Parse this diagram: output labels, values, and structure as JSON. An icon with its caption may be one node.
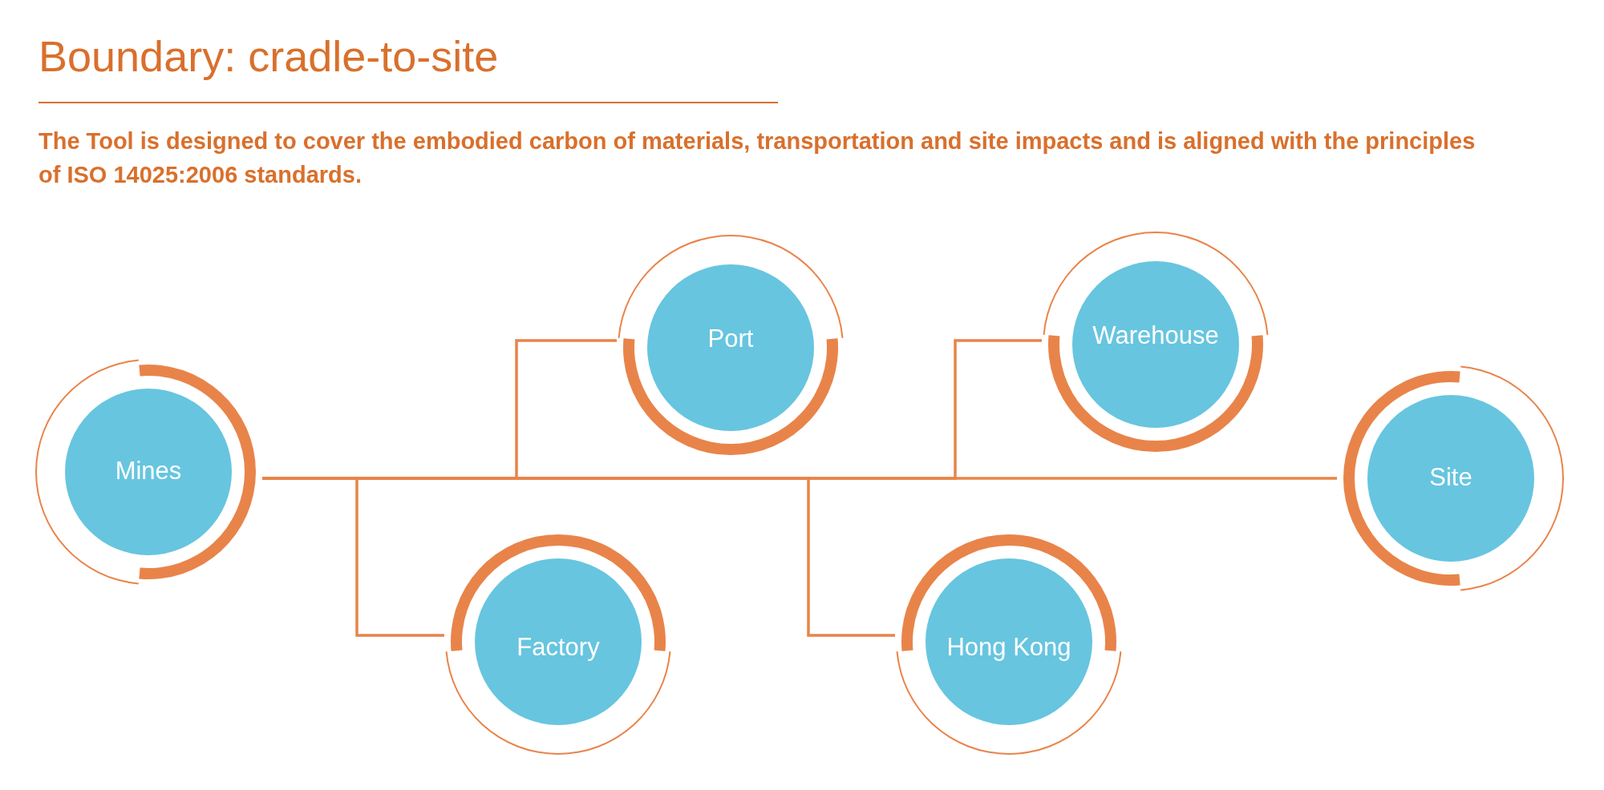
{
  "diagram": {
    "title": "Boundary: cradle-to-site",
    "caption": "The Tool is designed to cover the embodied carbon of materials, transportation and site impacts and is aligned with the principles of ISO 14025:2006 standards.",
    "nodes": [
      {
        "text": [
          "Mines"
        ]
      },
      {
        "text": [
          "Port"
        ]
      },
      {
        "text": [
          "Warehouse"
        ]
      },
      {
        "text": [
          "Factory"
        ]
      },
      {
        "text": [
          "Hong Kong"
        ]
      },
      {
        "text": [
          "Site"
        ]
      }
    ],
    "edges": [
      {
        "from": 0,
        "to": 3,
        "arrow": "none"
      },
      {
        "from": 0,
        "to": 1,
        "arrow": "none"
      },
      {
        "from": 0,
        "to": 4,
        "arrow": "none"
      },
      {
        "from": 0,
        "to": 2,
        "arrow": "none"
      },
      {
        "from": 0,
        "to": 5,
        "arrow": "none"
      }
    ]
  }
}
